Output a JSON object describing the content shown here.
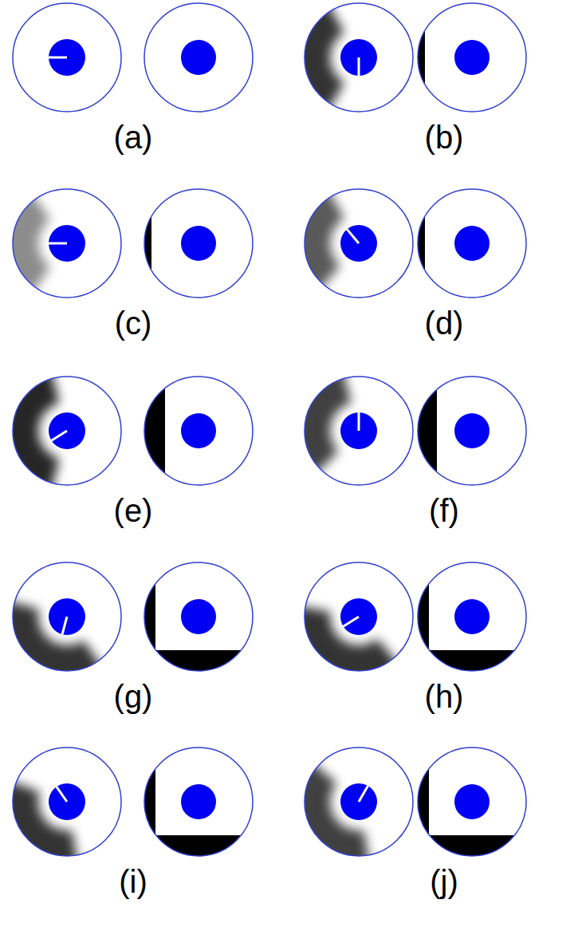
{
  "diagram": {
    "labels": [
      "(a)",
      "(b)",
      "(c)",
      "(d)",
      "(e)",
      "(f)",
      "(g)",
      "(h)",
      "(i)",
      "(j)"
    ]
  }
}
